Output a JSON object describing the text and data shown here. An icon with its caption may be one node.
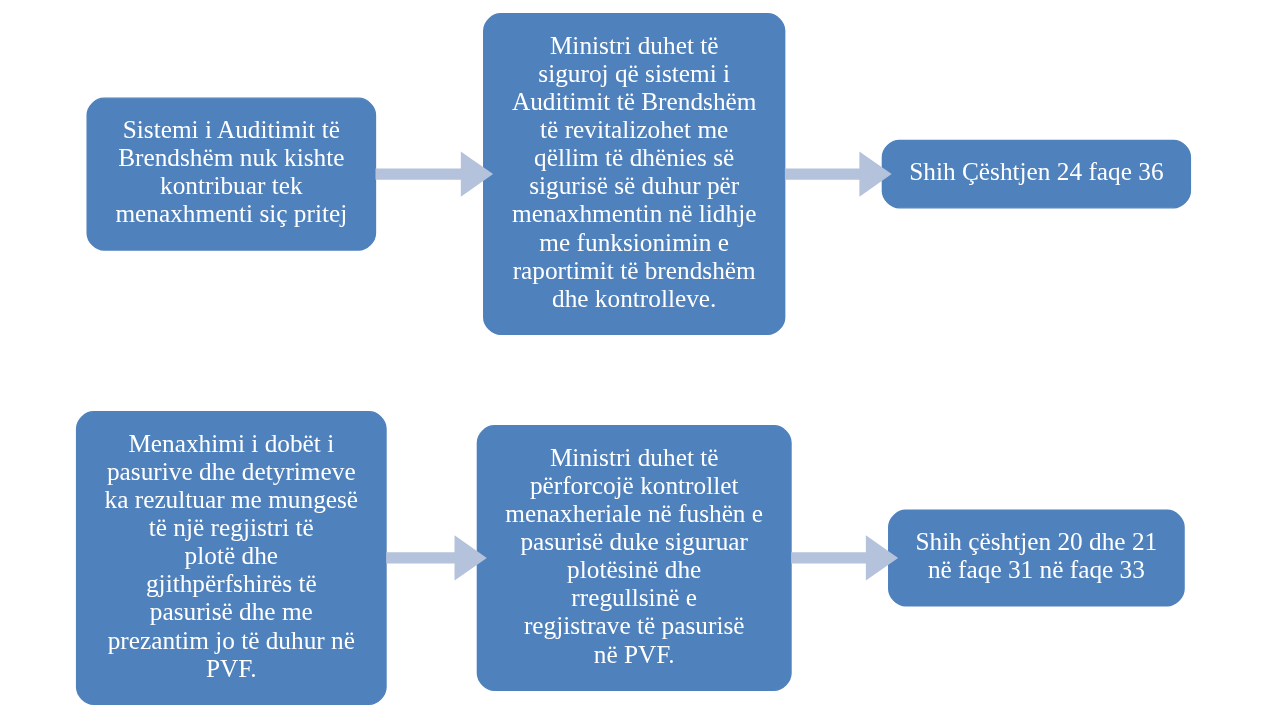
{
  "diagram": {
    "nodes": [
      {
        "text": [
          "Menaxhimi i dobët i pasurive dhe detyrimeve ka rezultuar me mungesë të një regjistri të plotë dhe gjithpërfshirës të pasurisë dhe me prezantim jo të duhur në PVF."
        ]
      },
      {
        "text": [
          "Ministri duhet të përforcojë kontrollet menaxheriale në fushën e pasurisë duke siguruar plotësinë dhe rregullsinë e regjistrave të pasurisë në PVF."
        ]
      },
      {
        "text": [
          "Shih çështjen 20 dhe 21 në faqe 31 në faqe 33"
        ]
      },
      {
        "text": [
          "Sistemi i Auditimit të Brendshëm nuk kishte kontribuar tek menaxhmenti siç pritej"
        ]
      },
      {
        "text": [
          "Ministri duhet të siguroj që sistemi i Auditimit të Brendshëm të revitalizohet me qëllim të dhënies së sigurisë së duhur për menaxhmentin në lidhje me funksionimin e raportimit të brendshëm dhe kontrolleve."
        ]
      },
      {
        "text": [
          "Shih Çështjen 24 faqe 36"
        ]
      }
    ],
    "edges": [
      {
        "from": 0,
        "to": 1,
        "arrow": "to"
      },
      {
        "from": 1,
        "to": 2,
        "arrow": "to"
      },
      {
        "from": 3,
        "to": 4,
        "arrow": "to"
      },
      {
        "from": 4,
        "to": 5,
        "arrow": "to"
      }
    ]
  }
}
